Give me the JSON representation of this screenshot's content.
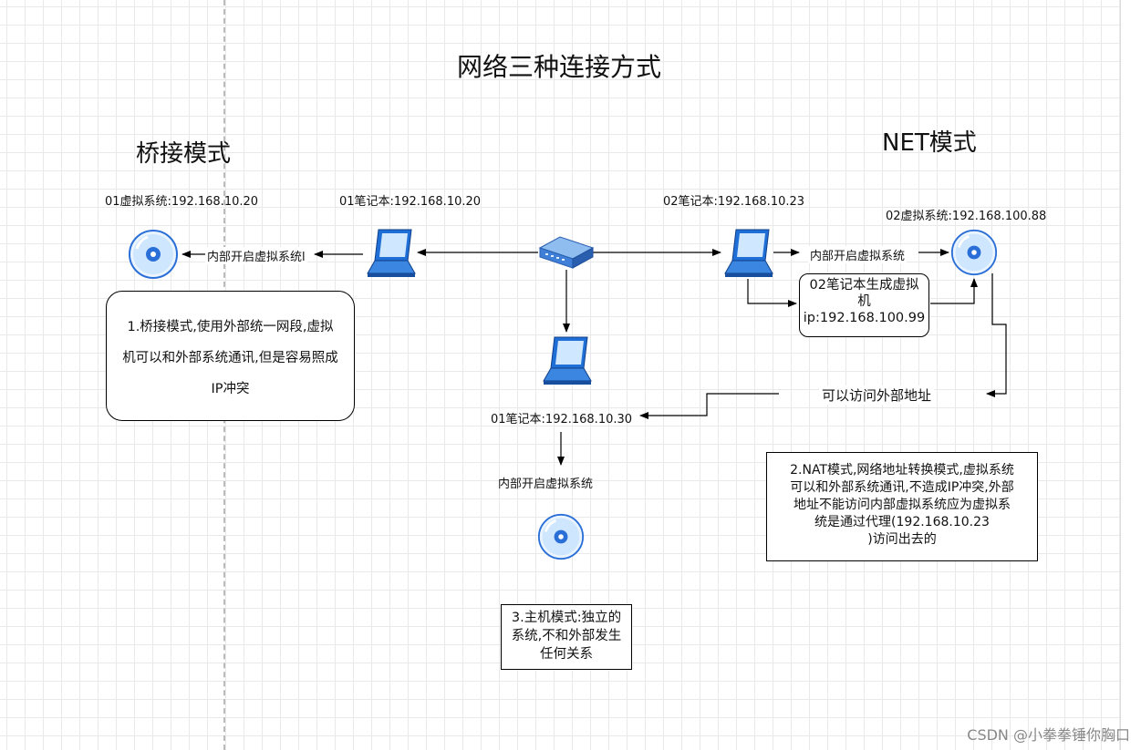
{
  "title": "网络三种连接方式",
  "bridge": {
    "heading": "桥接模式",
    "vm_label": "01虚拟系统:192.168.10.20",
    "laptop_label": "01笔记本:192.168.10.20",
    "edge_label": "内部开启虚拟系统l",
    "note_line1": "1.桥接模式,使用外部统一网段,虚拟",
    "note_line2": "机可以和外部系统通讯,但是容易照成",
    "note_line3": "IP冲突"
  },
  "nat": {
    "heading": "NET模式",
    "laptop_label": "02笔记本:192.168.10.23",
    "vm_label": "02虚拟系统:192.168.100.88",
    "edge_label": "内部开启虚拟系统",
    "vm_box_line1": "02笔记本生成虚拟",
    "vm_box_line2": "机",
    "vm_box_line3": "ip:192.168.100.99",
    "access_label": "可以访问外部地址",
    "note_line1": "2.NAT模式,网络地址转换模式,虚拟系统",
    "note_line2": "可以和外部系统通讯,不造成IP冲突,外部",
    "note_line3": "地址不能访问内部虚拟系统应为虚拟系",
    "note_line4": "统是通过代理(192.168.10.23",
    "note_line5": ")访问出去的"
  },
  "host": {
    "laptop_label": "01笔记本:192.168.10.30",
    "edge_label": "内部开启虚拟系统",
    "note_line1": "3.主机模式:独立的",
    "note_line2": "系统,不和外部发生",
    "note_line3": "任何关系"
  },
  "watermark": "CSDN @小拳拳锤你胸口",
  "colors": {
    "laptop": "#1f6fd6",
    "disc": "#2a6fd8",
    "switch": "#3f7fd8",
    "grid": "#e9e9e9"
  }
}
